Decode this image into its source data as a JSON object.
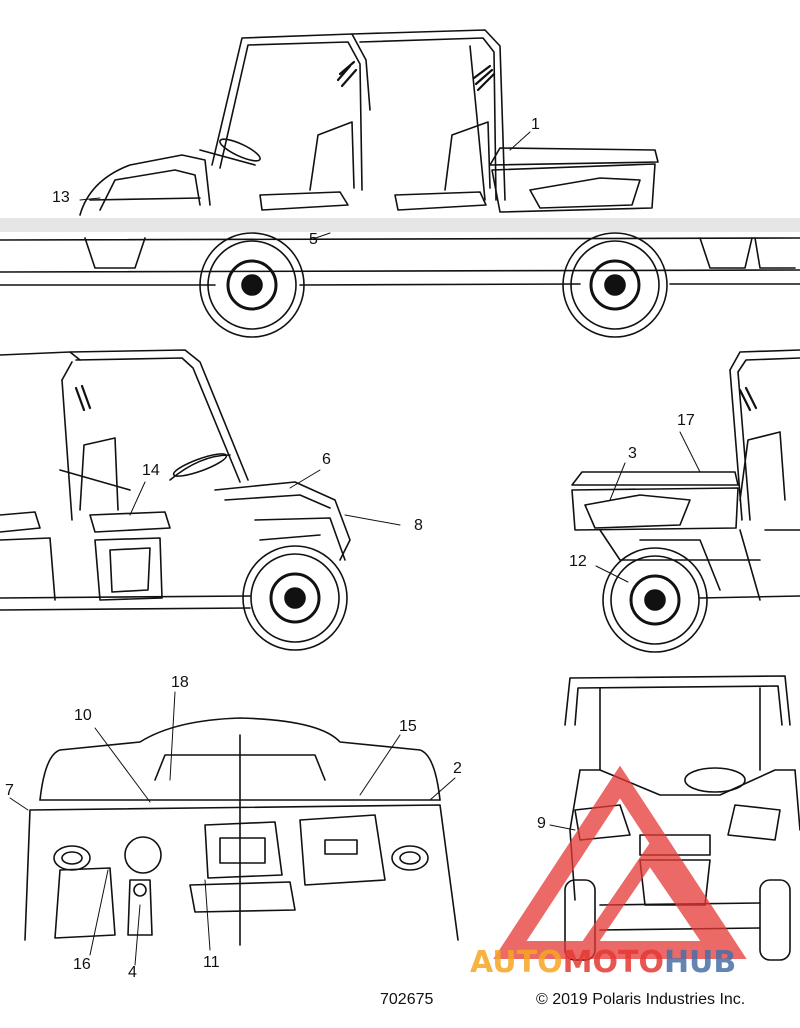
{
  "callouts": {
    "c1": "1",
    "c2": "2",
    "c3": "3",
    "c4": "4",
    "c5": "5",
    "c6": "6",
    "c7": "7",
    "c8": "8",
    "c9": "9",
    "c10": "10",
    "c11": "11",
    "c12": "12",
    "c13": "13",
    "c14": "14",
    "c15": "15",
    "c16": "16",
    "c17": "17",
    "c18": "18"
  },
  "footer": {
    "part_number": "702675",
    "copyright": "© 2019 Polaris Industries Inc."
  },
  "watermark": {
    "part1": "AUTO",
    "part2": "MOTO",
    "part3": "HUB",
    "colors": {
      "orange": "#f5a623",
      "red": "#e53935",
      "blue": "#4a6fa5"
    }
  }
}
